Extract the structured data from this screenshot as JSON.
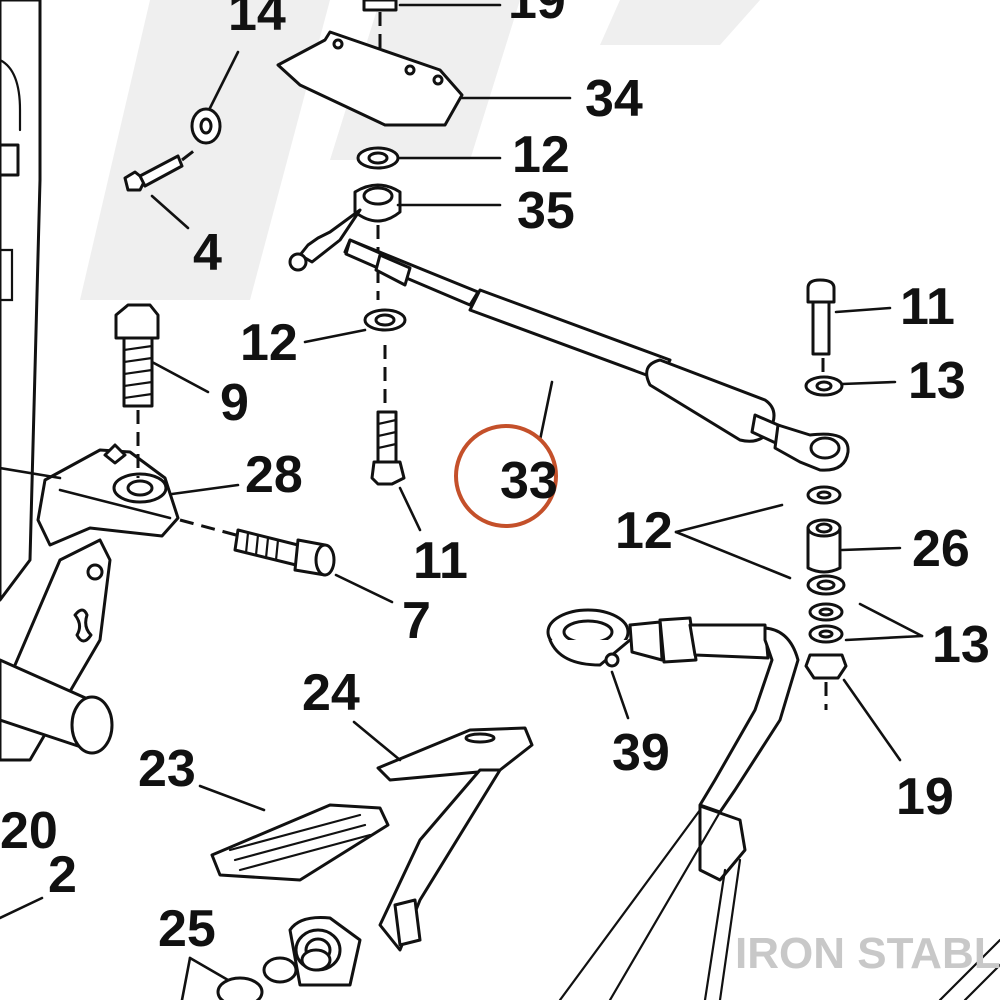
{
  "diagram": {
    "callouts": {
      "c14": "14",
      "c19_top": "19",
      "c34": "34",
      "c12_top": "12",
      "c35": "35",
      "c4": "4",
      "c12_left": "12",
      "c11_right": "11",
      "c13_right": "13",
      "c9": "9",
      "c28": "28",
      "c33": "33",
      "c11_mid": "11",
      "c12_mid": "12",
      "c26": "26",
      "c7": "7",
      "c13_low": "13",
      "c24": "24",
      "c39": "39",
      "c23": "23",
      "c19_low": "19",
      "c20": "20",
      "c2": "2",
      "c25": "25"
    },
    "highlight": {
      "label": "33",
      "color": "#c4502a"
    },
    "watermark": "IRON STABLE",
    "colors": {
      "ink": "#111111",
      "background": "#ffffff",
      "watermark": "#c8c8c8"
    }
  }
}
